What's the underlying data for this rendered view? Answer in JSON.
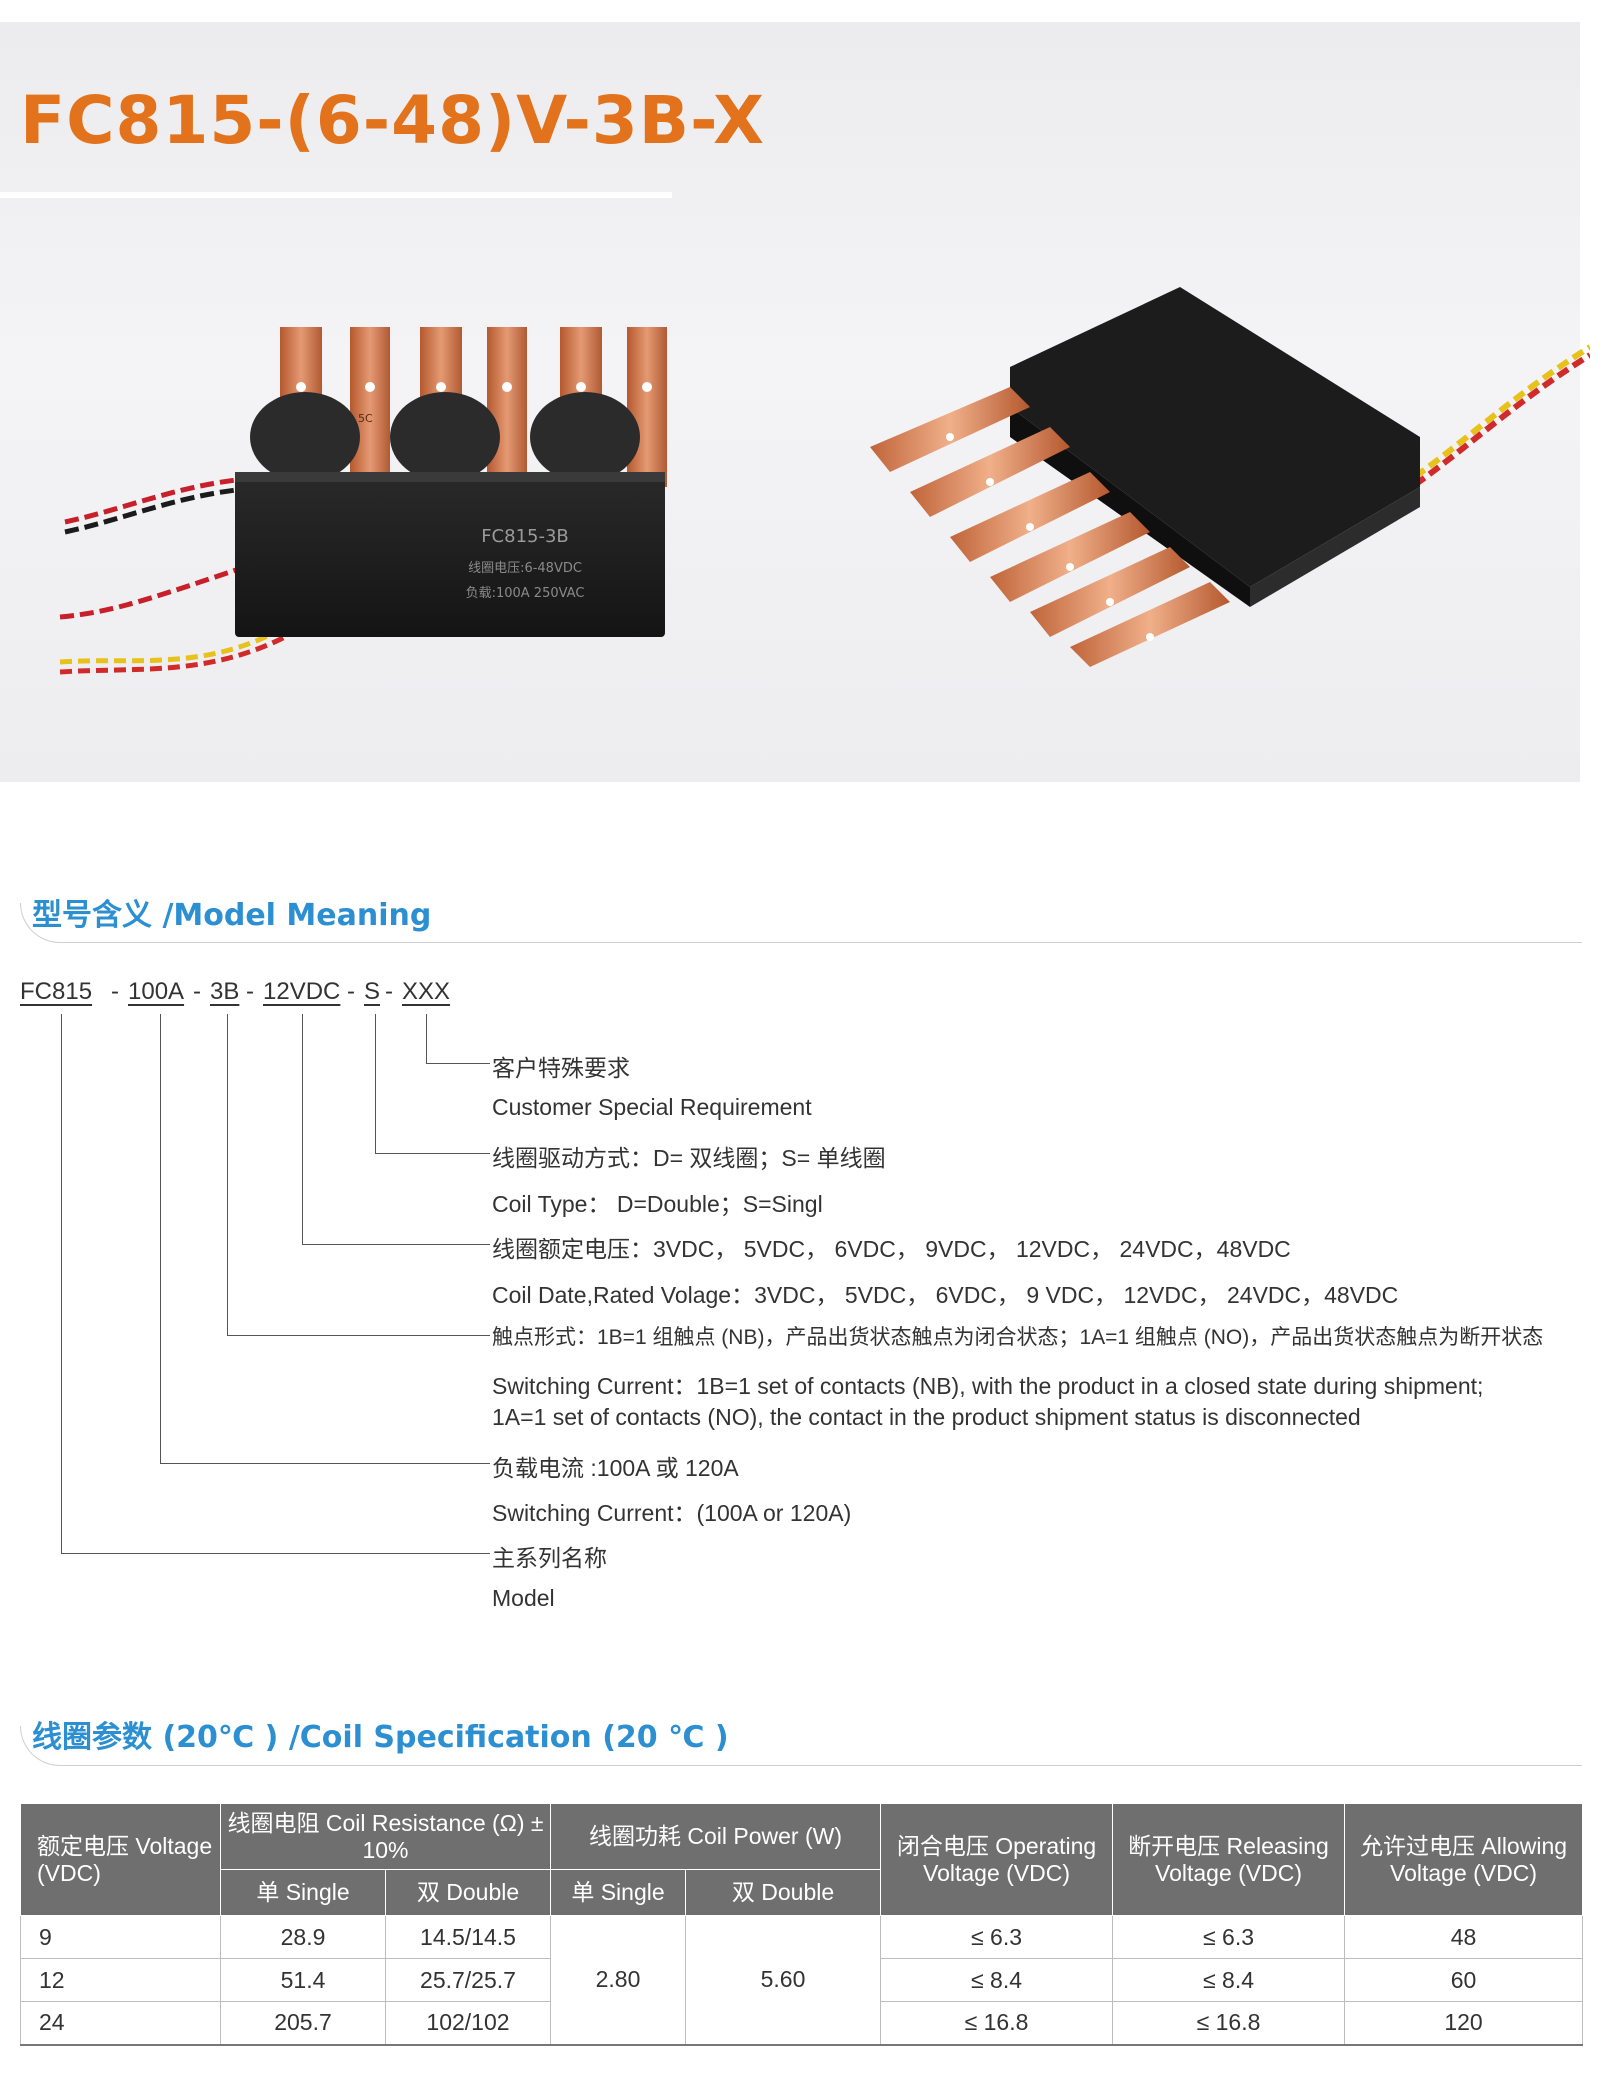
{
  "title": "FC815-(6-48)V-3B-X",
  "photo_left": {
    "brand": "FC815-3B",
    "line1": "线圈电压:6-48VDC",
    "line2": "负载:100A 250VAC",
    "terminal": "5C"
  },
  "model_meaning": {
    "heading": "型号含义 /Model Meaning",
    "code_parts": [
      "FC815",
      "100A",
      "3B",
      "12VDC",
      "S",
      "XXX"
    ],
    "separator": "-",
    "descriptions": [
      {
        "cn": "客户特殊要求",
        "en": "Customer Special Requirement"
      },
      {
        "cn": "线圈驱动方式：D= 双线圈；S= 单线圈",
        "en": "Coil Type： D=Double；S=Singl"
      },
      {
        "cn": "线圈额定电压：3VDC， 5VDC， 6VDC， 9VDC， 12VDC， 24VDC，48VDC",
        "en": "Coil Date,Rated Volage：3VDC， 5VDC， 6VDC， 9 VDC， 12VDC， 24VDC，48VDC"
      },
      {
        "cn": "触点形式：1B=1 组触点 (NB)，产品出货状态触点为闭合状态；1A=1 组触点 (NO)，产品出货状态触点为断开状态",
        "en": "Switching Current：1B=1 set of contacts (NB), with the product in a closed state during shipment;",
        "en2": "1A=1 set of contacts (NO), the contact in the product shipment status is disconnected"
      },
      {
        "cn": "负载电流 :100A 或 120A",
        "en": "Switching Current：(100A or 120A)"
      },
      {
        "cn": "主系列名称",
        "en": "Model"
      }
    ]
  },
  "coil_spec": {
    "heading": "线圈参数 (20℃ ) /Coil Specification (20 ℃ )",
    "headers": {
      "rated_voltage": "额定电压 Voltage (VDC)",
      "resistance": "线圈电阻 Coil Resistance (Ω) ± 10%",
      "power": "线圈功耗 Coil Power (W)",
      "operating": "闭合电压 Operating Voltage (VDC)",
      "releasing": "断开电压 Releasing Voltage (VDC)",
      "allowing": "允许过电压 Allowing Voltage (VDC)",
      "single": "单 Single",
      "double": "双 Double"
    },
    "rows": [
      {
        "voltage": "9",
        "res_single": "28.9",
        "res_double": "14.5/14.5",
        "operating": "≤ 6.3",
        "releasing": "≤ 6.3",
        "allowing": "48"
      },
      {
        "voltage": "12",
        "res_single": "51.4",
        "res_double": "25.7/25.7",
        "operating": "≤ 8.4",
        "releasing": "≤ 8.4",
        "allowing": "60"
      },
      {
        "voltage": "24",
        "res_single": "205.7",
        "res_double": "102/102",
        "operating": "≤ 16.8",
        "releasing": "≤ 16.8",
        "allowing": "120"
      }
    ],
    "power_single": "2.80",
    "power_double": "5.60"
  }
}
